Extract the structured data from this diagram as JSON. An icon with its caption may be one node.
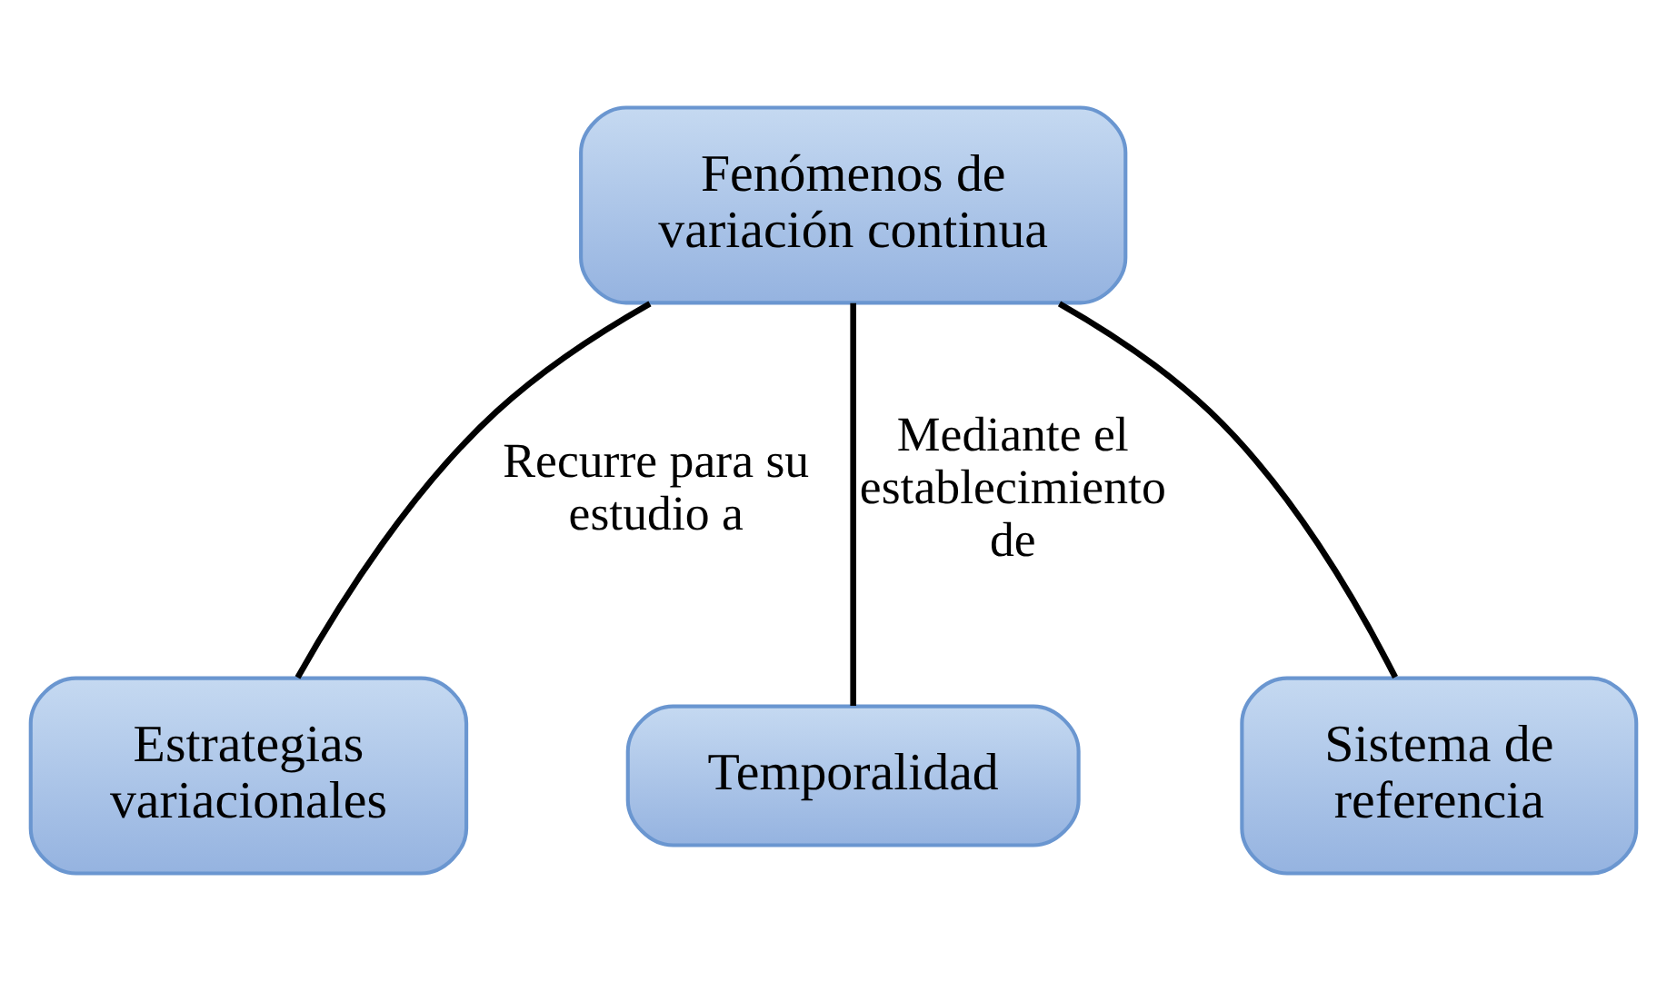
{
  "diagram": {
    "nodes": [
      {
        "text": [
          "Fenómenos de variación continua"
        ]
      },
      {
        "text": [
          "Estrategias variacionales"
        ]
      },
      {
        "text": [
          "Temporalidad"
        ]
      },
      {
        "text": [
          "Sistema de referencia"
        ]
      }
    ],
    "edges": [
      {
        "from": 0,
        "to": 1,
        "arrow": "none",
        "label": "Recurre para su estudio a"
      },
      {
        "from": 0,
        "to": 2,
        "arrow": "none",
        "label": "Mediante el establecimiento de"
      },
      {
        "from": 0,
        "to": 3,
        "arrow": "none"
      }
    ]
  }
}
